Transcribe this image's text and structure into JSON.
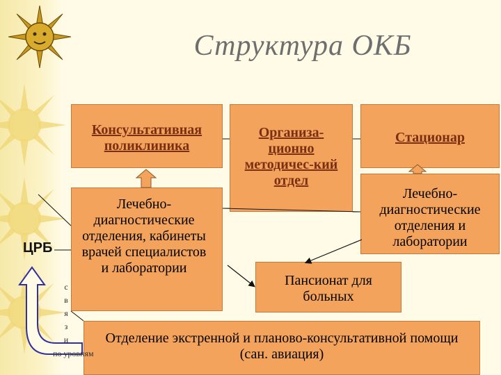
{
  "slide": {
    "title": "Структура ОКБ",
    "boxes": {
      "polyclinic": "Консультативная поликлиника",
      "org_method": "Организа-ционно методичес-кий отдел",
      "hospital": "Стационар",
      "diagnostic_offices": "Лечебно-диагностические отделения, кабинеты врачей специалистов и лаборатории",
      "hospital_departments": "Лечебно-диагностические отделения и лаборатории",
      "pension": "Пансионат для больных",
      "emergency": "Отделение экстренной и планово-консультативной помощи (сан. авиация)"
    },
    "crb_label": "ЦРБ",
    "link_vertical": [
      "с",
      "в",
      "я",
      "з",
      "и"
    ],
    "link_caption": "по уровням"
  },
  "colors": {
    "box_fill": "#f4a35c",
    "box_border": "#c27a3c",
    "title": "#6e6e6e",
    "underline_text": "#7a2f10",
    "arrow_blue": "#3030a0"
  },
  "icons": [
    "sun-face-icon",
    "sun-icon"
  ]
}
